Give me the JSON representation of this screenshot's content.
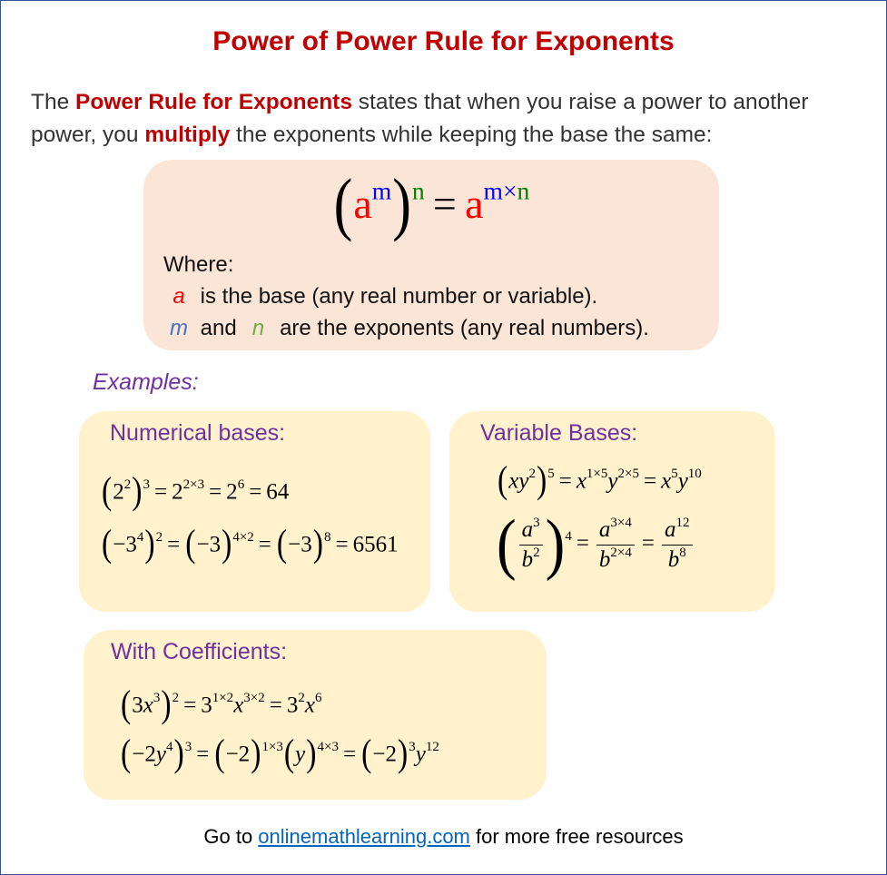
{
  "title": "Power of Power Rule for Exponents",
  "intro": {
    "p1": "The ",
    "hl1": "Power Rule for Exponents",
    "p2": " states that when you raise a power to another power, you ",
    "hl2": "multiply",
    "p3": " the exponents while keeping the base the same:"
  },
  "colors": {
    "title": "#c00000",
    "base": "#ff0000",
    "m": "#0000ff",
    "n": "#008000",
    "heading": "#7030a0",
    "rule_box": "#fbe5d6",
    "example_box": "#fff2cc",
    "link": "#0563c1"
  },
  "rule": {
    "equation": [
      {
        "p": "(",
        "c": "#000"
      },
      {
        "t": "a",
        "i": true,
        "c": "#ff0000",
        "s": "m",
        "sc": "#0000ff"
      },
      {
        "p": ")",
        "s": "n",
        "sc": "#008000"
      },
      {
        "t": " = "
      },
      {
        "t": "a",
        "i": true,
        "c": "#ff0000",
        "s": "m×",
        "sc": "#0000ff",
        "s2": "n",
        "s2c": "#008000"
      }
    ],
    "where_label": "Where:",
    "line1_var": "a",
    "line1_text": "is the base (any real number or variable).",
    "line2_var1": "m",
    "line2_and": "and",
    "line2_var2": "n",
    "line2_text": "are the exponents (any real numbers)."
  },
  "examples_label": "Examples:",
  "numerical": {
    "heading": "Numerical bases:",
    "equations": [
      [
        {
          "p": "("
        },
        {
          "t": "2",
          "s": "2"
        },
        {
          "p": ")",
          "s": "3"
        },
        {
          "t": " = 2",
          "s": "2×3"
        },
        {
          "t": " = 2",
          "s": "6"
        },
        {
          "t": " = 64"
        }
      ],
      [
        {
          "p": "("
        },
        {
          "t": "−3",
          "s": "4"
        },
        {
          "p": ")",
          "s": "2"
        },
        {
          "t": " = "
        },
        {
          "p": "("
        },
        {
          "t": "−3"
        },
        {
          "p": ")",
          "s": "4×2"
        },
        {
          "t": " = "
        },
        {
          "p": "("
        },
        {
          "t": "−3"
        },
        {
          "p": ")",
          "s": "8"
        },
        {
          "t": " = 6561"
        }
      ]
    ]
  },
  "variable": {
    "heading": "Variable Bases:",
    "equations": [
      [
        {
          "p": "("
        },
        {
          "t": "xy",
          "i": true,
          "s": "2"
        },
        {
          "p": ")",
          "s": "5"
        },
        {
          "t": " = "
        },
        {
          "t": "x",
          "i": true,
          "s": "1×5"
        },
        {
          "t": "y",
          "i": true,
          "s": "2×5"
        },
        {
          "t": " = "
        },
        {
          "t": "x",
          "i": true,
          "s": "5"
        },
        {
          "t": "y",
          "i": true,
          "s": "10"
        }
      ],
      [
        {
          "bp": "("
        },
        {
          "n": [
            {
              "t": "a",
              "i": true,
              "s": "3"
            }
          ],
          "d": [
            {
              "t": "b",
              "i": true,
              "s": "2"
            }
          ]
        },
        {
          "bp": ")",
          "s": "4"
        },
        {
          "t": " = "
        },
        {
          "n": [
            {
              "t": "a",
              "i": true,
              "s": "3×4"
            }
          ],
          "d": [
            {
              "t": "b",
              "i": true,
              "s": "2×4"
            }
          ]
        },
        {
          "t": " = "
        },
        {
          "n": [
            {
              "t": "a",
              "i": true,
              "s": "12"
            }
          ],
          "d": [
            {
              "t": "b",
              "i": true,
              "s": "8"
            }
          ]
        }
      ]
    ]
  },
  "coefficients": {
    "heading": "With Coefficients:",
    "equations": [
      [
        {
          "p": "("
        },
        {
          "t": "3"
        },
        {
          "t": "x",
          "i": true,
          "s": "3"
        },
        {
          "p": ")",
          "s": "2"
        },
        {
          "t": " = 3",
          "s": "1×2"
        },
        {
          "t": "x",
          "i": true,
          "s": "3×2"
        },
        {
          "t": " = 3",
          "s": "2"
        },
        {
          "t": "x",
          "i": true,
          "s": "6"
        }
      ],
      [
        {
          "p": "("
        },
        {
          "t": "−2"
        },
        {
          "t": "y",
          "i": true,
          "s": "4"
        },
        {
          "p": ")",
          "s": "3"
        },
        {
          "t": " = "
        },
        {
          "p": "("
        },
        {
          "t": "−2"
        },
        {
          "p": ")",
          "s": "1×3"
        },
        {
          "p": "("
        },
        {
          "t": "y",
          "i": true
        },
        {
          "p": ")",
          "s": "4×3"
        },
        {
          "t": " = "
        },
        {
          "p": "("
        },
        {
          "t": "−2"
        },
        {
          "p": ")",
          "s": "3"
        },
        {
          "t": "y",
          "i": true,
          "s": "12"
        }
      ]
    ]
  },
  "footer": {
    "pre": "Go to ",
    "link": "onlinemathlearning.com",
    "post": " for more free resources"
  }
}
